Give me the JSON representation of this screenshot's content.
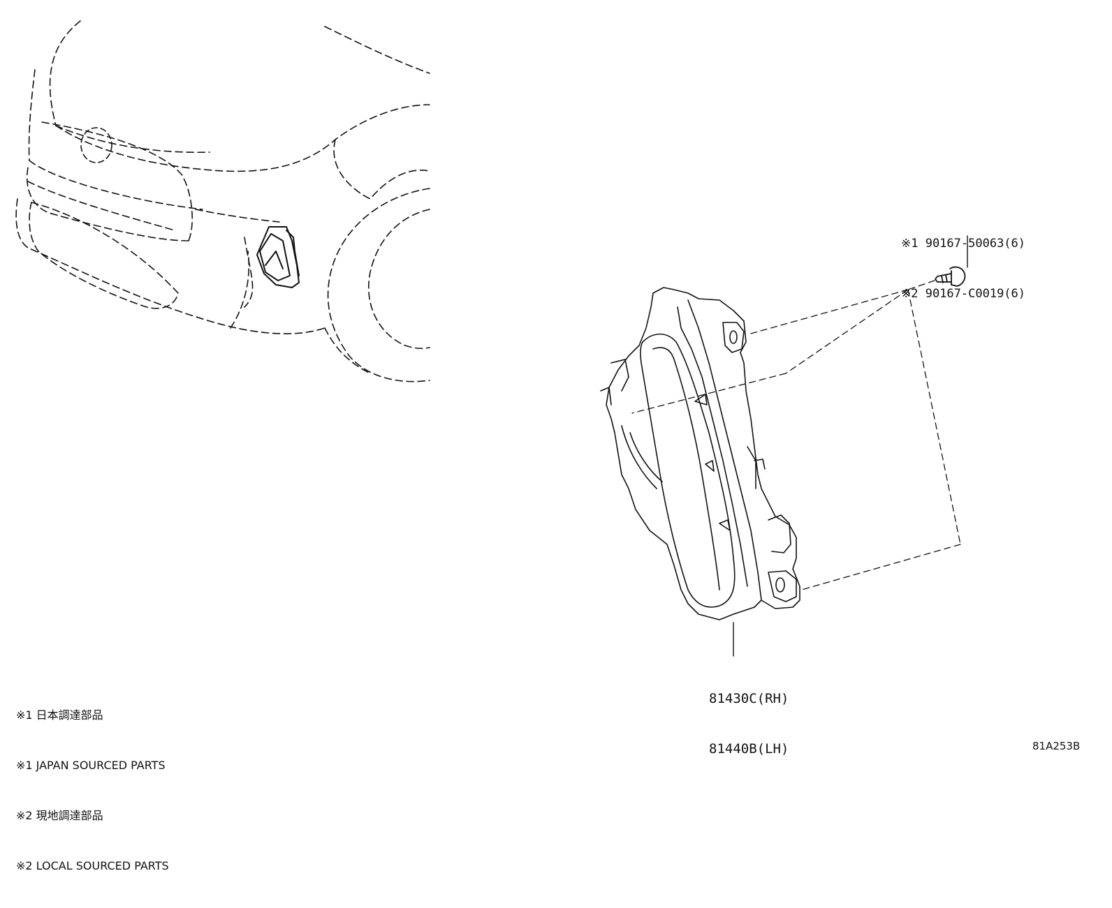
{
  "bolt_callout": {
    "line1": "※1 90167-50063(6)",
    "line2": "※2 90167-C0019(6)"
  },
  "lamp_callout": {
    "line1": "81430C(RH)",
    "line2": "81440B(LH)"
  },
  "legend": [
    {
      "text": "※1 日本調達部品"
    },
    {
      "text": "※1 JAPAN SOURCED PARTS"
    },
    {
      "text": "※2 現地調達部品"
    },
    {
      "text": "※2 LOCAL SOURCED PARTS"
    }
  ],
  "illustration_ref": "81A253B",
  "colors": {
    "ink": "#111111",
    "background": "#ffffff"
  }
}
